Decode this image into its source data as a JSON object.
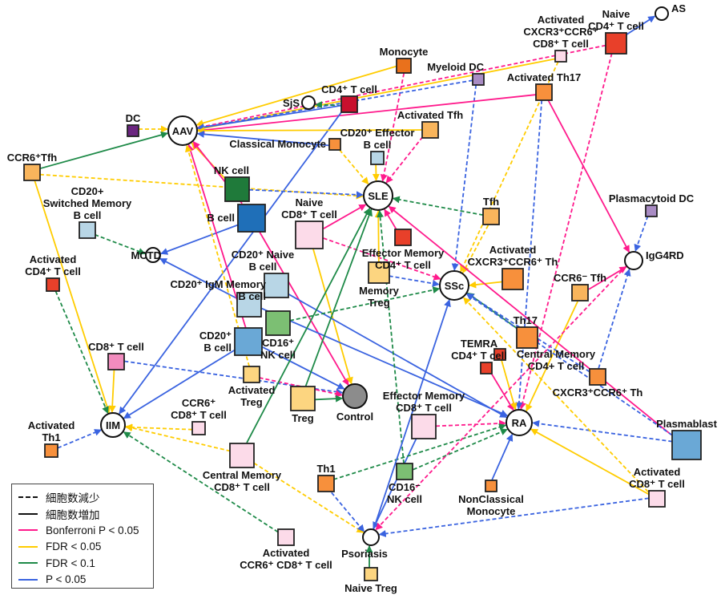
{
  "colors": {
    "bonferroni": "#ff1a8c",
    "fdr005": "#ffcc00",
    "fdr01": "#1e8a48",
    "p005": "#3a63e0",
    "control_fill": "#8c8c8c"
  },
  "legend": [
    {
      "label": "細胞数減少",
      "style": "dashed",
      "color": "#111111"
    },
    {
      "label": "細胞数増加",
      "style": "solid",
      "color": "#111111"
    },
    {
      "label": "Bonferroni P < 0.05",
      "style": "solid",
      "color": "#ff1a8c"
    },
    {
      "label": "FDR < 0.05",
      "style": "solid",
      "color": "#ffcc00"
    },
    {
      "label": "FDR < 0.1",
      "style": "solid",
      "color": "#1e8a48"
    },
    {
      "label": "P < 0.05",
      "style": "solid",
      "color": "#3a63e0"
    }
  ],
  "diseases": [
    {
      "id": "AAV",
      "label": "AAV"
    },
    {
      "id": "SLE",
      "label": "SLE"
    },
    {
      "id": "SSc",
      "label": "SSc"
    },
    {
      "id": "RA",
      "label": "RA"
    },
    {
      "id": "IIM",
      "label": "IIM"
    },
    {
      "id": "MCTD",
      "label": "MCTD"
    },
    {
      "id": "SjS",
      "label": "SjS"
    },
    {
      "id": "AS",
      "label": "AS"
    },
    {
      "id": "IgG4RD",
      "label": "IgG4RD"
    },
    {
      "id": "Psoriasis",
      "label": "Psoriasis"
    },
    {
      "id": "Control",
      "label": "Control"
    }
  ],
  "cells": [
    {
      "id": "NaiveCD4",
      "label": [
        "Naive",
        "CD4⁺ T cell"
      ],
      "fill": "#e8402a"
    },
    {
      "id": "ActCXCR3CD8",
      "label": [
        "Activated",
        "CXCR3⁺CCR6⁺",
        "CD8⁺ T cell"
      ],
      "fill": "#fcdbe9"
    },
    {
      "id": "Monocyte",
      "label": [
        "Monocyte"
      ],
      "fill": "#e9711c"
    },
    {
      "id": "MyeloidDC",
      "label": [
        "Myeloid DC"
      ],
      "fill": "#a98cc4"
    },
    {
      "id": "ActTh17",
      "label": [
        "Activated Th17"
      ],
      "fill": "#f7903c"
    },
    {
      "id": "CD4T",
      "label": [
        "CD4⁺ T cell"
      ],
      "fill": "#c8102e"
    },
    {
      "id": "DC",
      "label": [
        "DC"
      ],
      "fill": "#6b2580"
    },
    {
      "id": "ActTfh",
      "label": [
        "Activated Tfh"
      ],
      "fill": "#f9b55c"
    },
    {
      "id": "ClassMono",
      "label": [
        "Classical Monocyte"
      ],
      "fill": "#f7903c"
    },
    {
      "id": "CD20EffB",
      "label": [
        "CD20⁺ Effector",
        "B cell"
      ],
      "fill": "#b8d6e6"
    },
    {
      "id": "CCR6Tfh",
      "label": [
        "CCR6⁺Tfh"
      ],
      "fill": "#f9b55c"
    },
    {
      "id": "NK",
      "label": [
        "NK cell"
      ],
      "fill": "#1f7a3a"
    },
    {
      "id": "Bcell",
      "label": [
        "B cell"
      ],
      "fill": "#1f6fb8"
    },
    {
      "id": "NaiveCD8",
      "label": [
        "Naive",
        "CD8⁺ T cell"
      ],
      "fill": "#fcdbe9"
    },
    {
      "id": "SwMemB",
      "label": [
        "CD20+",
        "Switched Memory",
        "B cell"
      ],
      "fill": "#b8d6e6"
    },
    {
      "id": "Tfh",
      "label": [
        "Tfh"
      ],
      "fill": "#f9b55c"
    },
    {
      "id": "pDC",
      "label": [
        "Plasmacytoid DC"
      ],
      "fill": "#a98cc4"
    },
    {
      "id": "EMCD4",
      "label": [
        "Effector Memory",
        "CD4⁺ T cell"
      ],
      "fill": "#e8402a"
    },
    {
      "id": "MemTreg",
      "label": [
        "Memory",
        "Treg"
      ],
      "fill": "#fcd580"
    },
    {
      "id": "ActCXCR3Th",
      "label": [
        "Activated",
        "CXCR3⁺CCR6⁺ Th"
      ],
      "fill": "#f7903c"
    },
    {
      "id": "ActCD4",
      "label": [
        "Activated",
        "CD4⁺ T cell"
      ],
      "fill": "#e8402a"
    },
    {
      "id": "CD20NaiveB",
      "label": [
        "CD20⁺ Naive",
        "B cell"
      ],
      "fill": "#b8d6e6"
    },
    {
      "id": "CD20IgM",
      "label": [
        "CD20⁺ IgM Memory",
        "B cell"
      ],
      "fill": "#b8d6e6"
    },
    {
      "id": "CCR6mTfh",
      "label": [
        "CCR6⁻ Tfh"
      ],
      "fill": "#f9b55c"
    },
    {
      "id": "CD16NK",
      "label": [
        "CD16⁺",
        "NK cell"
      ],
      "fill": "#7cbf73"
    },
    {
      "id": "CD20B",
      "label": [
        "CD20⁺",
        "B cell"
      ],
      "fill": "#6aa8d6"
    },
    {
      "id": "Th17",
      "label": [
        "Th17"
      ],
      "fill": "#f7903c"
    },
    {
      "id": "TEMRA",
      "label": [
        "TEMRA",
        "CD4⁺ T cell"
      ],
      "fill": "#e8402a"
    },
    {
      "id": "CMCD4",
      "label": [
        "Central Memory",
        "CD4+ T cell"
      ],
      "fill": "#e8402a"
    },
    {
      "id": "CD8T",
      "label": [
        "CD8⁺ T cell"
      ],
      "fill": "#f28cbe"
    },
    {
      "id": "ActTreg",
      "label": [
        "Activated",
        "Treg"
      ],
      "fill": "#fcd580"
    },
    {
      "id": "CXCR3Th",
      "label": [
        "CXCR3⁺CCR6⁺ Th"
      ],
      "fill": "#f7903c"
    },
    {
      "id": "Treg",
      "label": [
        "Treg"
      ],
      "fill": "#fcd580"
    },
    {
      "id": "EMCD8",
      "label": [
        "Effector Memory",
        "CD8⁺ T cell"
      ],
      "fill": "#fcdbe9"
    },
    {
      "id": "CCR6CD8",
      "label": [
        "CCR6⁺",
        "CD8⁺ T cell"
      ],
      "fill": "#fcdbe9"
    },
    {
      "id": "ActTh1",
      "label": [
        "Activated",
        "Th1"
      ],
      "fill": "#f7903c"
    },
    {
      "id": "Plasmablast",
      "label": [
        "Plasmablast"
      ],
      "fill": "#6aa8d6"
    },
    {
      "id": "CMCD8",
      "label": [
        "Central Memory",
        "CD8⁺ T cell"
      ],
      "fill": "#fcdbe9"
    },
    {
      "id": "Th1",
      "label": [
        "Th1"
      ],
      "fill": "#f7903c"
    },
    {
      "id": "CD16mNK",
      "label": [
        "CD16⁻",
        "NK cell"
      ],
      "fill": "#7cbf73"
    },
    {
      "id": "NonClassMono",
      "label": [
        "NonClassical",
        "Monocyte"
      ],
      "fill": "#f7903c"
    },
    {
      "id": "ActCD8",
      "label": [
        "Activated",
        "CD8⁺ T cell"
      ],
      "fill": "#fcdbe9"
    },
    {
      "id": "ActCCR6CD8",
      "label": [
        "Activated",
        "CCR6⁺ CD8⁺ T cell"
      ],
      "fill": "#fcdbe9"
    },
    {
      "id": "NaiveTreg",
      "label": [
        "Naive Treg"
      ],
      "fill": "#fcd580"
    }
  ],
  "edges": [
    {
      "from": "NaiveCD4",
      "to": "AS",
      "sig": "p005",
      "dashed": false
    },
    {
      "from": "NaiveCD4",
      "to": "AAV",
      "sig": "bonferroni",
      "dashed": true
    },
    {
      "from": "NaiveCD4",
      "to": "RA",
      "sig": "bonferroni",
      "dashed": true
    },
    {
      "from": "ActCXCR3CD8",
      "to": "AAV",
      "sig": "fdr005",
      "dashed": false
    },
    {
      "from": "ActCXCR3CD8",
      "to": "SSc",
      "sig": "fdr005",
      "dashed": true
    },
    {
      "from": "Monocyte",
      "to": "AAV",
      "sig": "fdr005",
      "dashed": false
    },
    {
      "from": "Monocyte",
      "to": "SLE",
      "sig": "bonferroni",
      "dashed": true
    },
    {
      "from": "MyeloidDC",
      "to": "AAV",
      "sig": "p005",
      "dashed": true
    },
    {
      "from": "MyeloidDC",
      "to": "SSc",
      "sig": "p005",
      "dashed": true
    },
    {
      "from": "ActTh17",
      "to": "AAV",
      "sig": "bonferroni",
      "dashed": false
    },
    {
      "from": "ActTh17",
      "to": "IgG4RD",
      "sig": "bonferroni",
      "dashed": false
    },
    {
      "from": "ActTh17",
      "to": "RA",
      "sig": "p005",
      "dashed": true
    },
    {
      "from": "CD4T",
      "to": "SjS",
      "sig": "fdr01",
      "dashed": true
    },
    {
      "from": "CD4T",
      "to": "AAV",
      "sig": "p005",
      "dashed": false
    },
    {
      "from": "CD4T",
      "to": "IIM",
      "sig": "p005",
      "dashed": false
    },
    {
      "from": "DC",
      "to": "AAV",
      "sig": "fdr005",
      "dashed": true
    },
    {
      "from": "ActTfh",
      "to": "AAV",
      "sig": "fdr005",
      "dashed": false
    },
    {
      "from": "ActTfh",
      "to": "SLE",
      "sig": "bonferroni",
      "dashed": true
    },
    {
      "from": "ClassMono",
      "to": "AAV",
      "sig": "p005",
      "dashed": false
    },
    {
      "from": "ClassMono",
      "to": "SLE",
      "sig": "fdr005",
      "dashed": true
    },
    {
      "from": "CD20EffB",
      "to": "SLE",
      "sig": "fdr005",
      "dashed": false
    },
    {
      "from": "CCR6Tfh",
      "to": "AAV",
      "sig": "fdr01",
      "dashed": false
    },
    {
      "from": "CCR6Tfh",
      "to": "IIM",
      "sig": "fdr005",
      "dashed": false
    },
    {
      "from": "CCR6Tfh",
      "to": "SLE",
      "sig": "fdr005",
      "dashed": true
    },
    {
      "from": "NK",
      "to": "AAV",
      "sig": "fdr005",
      "dashed": false
    },
    {
      "from": "NK",
      "to": "SLE",
      "sig": "p005",
      "dashed": true
    },
    {
      "from": "Bcell",
      "to": "AAV",
      "sig": "bonferroni",
      "dashed": false
    },
    {
      "from": "Bcell",
      "to": "MCTD",
      "sig": "p005",
      "dashed": false
    },
    {
      "from": "Bcell",
      "to": "Control",
      "sig": "bonferroni",
      "dashed": false
    },
    {
      "from": "NaiveCD8",
      "to": "SLE",
      "sig": "bonferroni",
      "dashed": false
    },
    {
      "from": "NaiveCD8",
      "to": "SSc",
      "sig": "bonferroni",
      "dashed": true
    },
    {
      "from": "NaiveCD8",
      "to": "Control",
      "sig": "fdr005",
      "dashed": false
    },
    {
      "from": "SwMemB",
      "to": "MCTD",
      "sig": "fdr01",
      "dashed": true
    },
    {
      "from": "Tfh",
      "to": "SSc",
      "sig": "fdr005",
      "dashed": true
    },
    {
      "from": "Tfh",
      "to": "SLE",
      "sig": "fdr01",
      "dashed": true
    },
    {
      "from": "pDC",
      "to": "IgG4RD",
      "sig": "p005",
      "dashed": true
    },
    {
      "from": "EMCD4",
      "to": "SLE",
      "sig": "bonferroni",
      "dashed": false
    },
    {
      "from": "MemTreg",
      "to": "SLE",
      "sig": "fdr005",
      "dashed": false
    },
    {
      "from": "MemTreg",
      "to": "SSc",
      "sig": "p005",
      "dashed": true
    },
    {
      "from": "ActCXCR3Th",
      "to": "SSc",
      "sig": "fdr005",
      "dashed": false
    },
    {
      "from": "ActCD4",
      "to": "IIM",
      "sig": "fdr01",
      "dashed": true
    },
    {
      "from": "CD20NaiveB",
      "to": "RA",
      "sig": "p005",
      "dashed": false
    },
    {
      "from": "CD20IgM",
      "to": "RA",
      "sig": "p005",
      "dashed": false
    },
    {
      "from": "CD20IgM",
      "to": "MCTD",
      "sig": "p005",
      "dashed": false
    },
    {
      "from": "CCR6mTfh",
      "to": "IgG4RD",
      "sig": "bonferroni",
      "dashed": false
    },
    {
      "from": "CCR6mTfh",
      "to": "RA",
      "sig": "fdr005",
      "dashed": false
    },
    {
      "from": "CD16NK",
      "to": "SSc",
      "sig": "fdr01",
      "dashed": true
    },
    {
      "from": "CD20B",
      "to": "AAV",
      "sig": "bonferroni",
      "dashed": false
    },
    {
      "from": "CD20B",
      "to": "Control",
      "sig": "p005",
      "dashed": false
    },
    {
      "from": "CD20B",
      "to": "IIM",
      "sig": "p005",
      "dashed": false
    },
    {
      "from": "Th17",
      "to": "SSc",
      "sig": "fdr01",
      "dashed": false
    },
    {
      "from": "TEMRA",
      "to": "RA",
      "sig": "bonferroni",
      "dashed": false
    },
    {
      "from": "CMCD4",
      "to": "RA",
      "sig": "fdr005",
      "dashed": false
    },
    {
      "from": "CD8T",
      "to": "IIM",
      "sig": "fdr005",
      "dashed": false
    },
    {
      "from": "CD8T",
      "to": "Control",
      "sig": "p005",
      "dashed": true
    },
    {
      "from": "ActTreg",
      "to": "AAV",
      "sig": "fdr005",
      "dashed": true
    },
    {
      "from": "ActTreg",
      "to": "Control",
      "sig": "bonferroni",
      "dashed": true
    },
    {
      "from": "CXCR3Th",
      "to": "IgG4RD",
      "sig": "p005",
      "dashed": true
    },
    {
      "from": "CXCR3Th",
      "to": "SSc",
      "sig": "p005",
      "dashed": true
    },
    {
      "from": "Treg",
      "to": "Control",
      "sig": "fdr01",
      "dashed": false
    },
    {
      "from": "Treg",
      "to": "SLE",
      "sig": "fdr01",
      "dashed": false
    },
    {
      "from": "EMCD8",
      "to": "RA",
      "sig": "bonferroni",
      "dashed": true
    },
    {
      "from": "EMCD8",
      "to": "Psoriasis",
      "sig": "p005",
      "dashed": false
    },
    {
      "from": "CCR6CD8",
      "to": "IIM",
      "sig": "fdr005",
      "dashed": true
    },
    {
      "from": "ActTh1",
      "to": "IIM",
      "sig": "p005",
      "dashed": true
    },
    {
      "from": "Plasmablast",
      "to": "RA",
      "sig": "p005",
      "dashed": true
    },
    {
      "from": "Plasmablast",
      "to": "SLE",
      "sig": "bonferroni",
      "dashed": false
    },
    {
      "from": "Plasmablast",
      "to": "SSc",
      "sig": "p005",
      "dashed": true
    },
    {
      "from": "CMCD8",
      "to": "IIM",
      "sig": "fdr005",
      "dashed": true
    },
    {
      "from": "CMCD8",
      "to": "SLE",
      "sig": "fdr01",
      "dashed": false
    },
    {
      "from": "CMCD8",
      "to": "Psoriasis",
      "sig": "fdr005",
      "dashed": true
    },
    {
      "from": "Th1",
      "to": "Psoriasis",
      "sig": "p005",
      "dashed": true
    },
    {
      "from": "Th1",
      "to": "RA",
      "sig": "fdr01",
      "dashed": true
    },
    {
      "from": "CD16mNK",
      "to": "SLE",
      "sig": "fdr01",
      "dashed": true
    },
    {
      "from": "CD16mNK",
      "to": "RA",
      "sig": "fdr01",
      "dashed": true
    },
    {
      "from": "NonClassMono",
      "to": "RA",
      "sig": "p005",
      "dashed": false
    },
    {
      "from": "ActCD8",
      "to": "RA",
      "sig": "fdr005",
      "dashed": false
    },
    {
      "from": "ActCD8",
      "to": "Psoriasis",
      "sig": "p005",
      "dashed": true
    },
    {
      "from": "ActCD8",
      "to": "SSc",
      "sig": "fdr005",
      "dashed": true
    },
    {
      "from": "ActCCR6CD8",
      "to": "IIM",
      "sig": "fdr01",
      "dashed": true
    },
    {
      "from": "IgG4RD",
      "to": "Psoriasis",
      "sig": "bonferroni",
      "dashed": true
    },
    {
      "from": "NaiveTreg",
      "to": "Psoriasis",
      "sig": "fdr01",
      "dashed": false
    },
    {
      "from": "Psoriasis",
      "to": "SSc",
      "sig": "p005",
      "dashed": false
    }
  ]
}
